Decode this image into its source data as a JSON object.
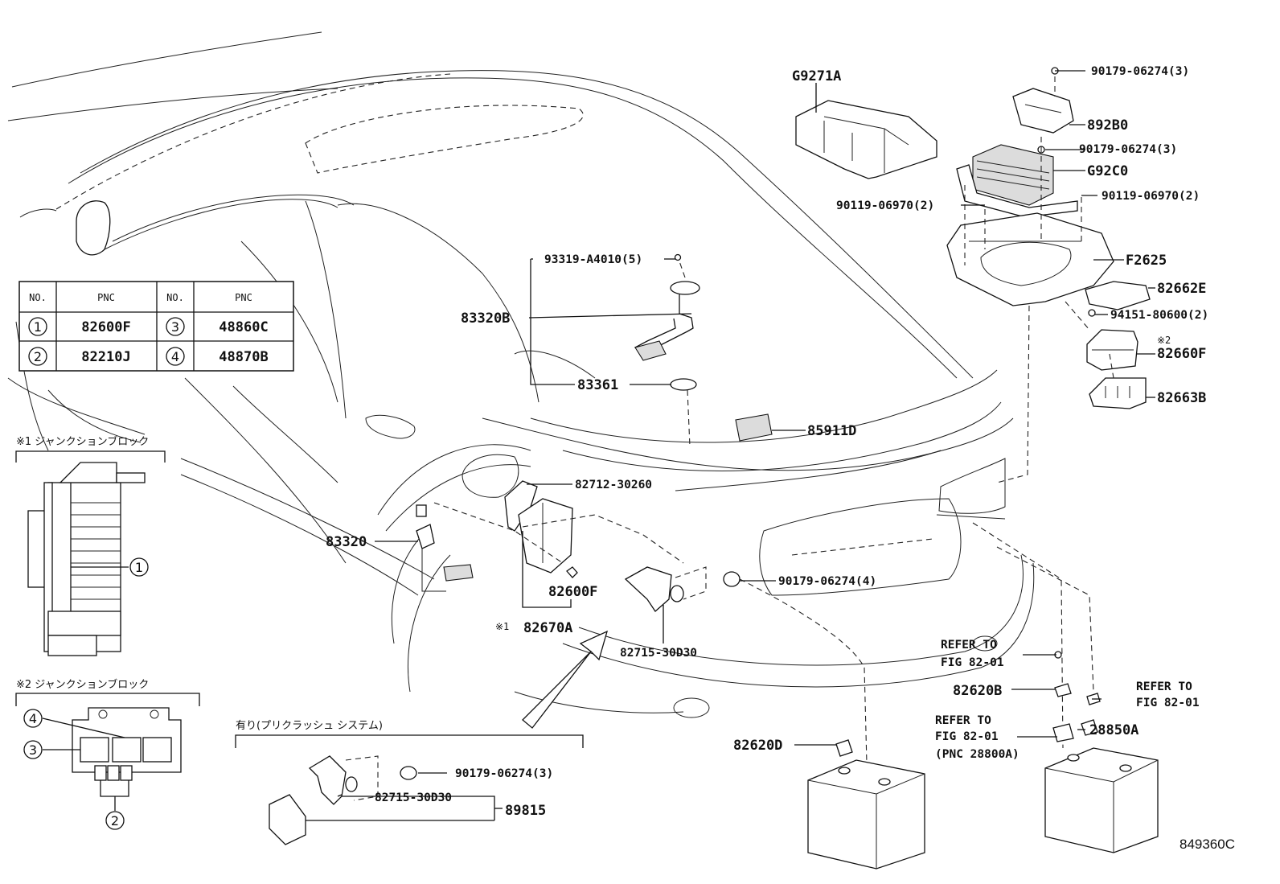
{
  "diagram_id": "849360C",
  "table": {
    "headers": [
      "NO.",
      "PNC",
      "NO.",
      "PNC"
    ],
    "rows": [
      {
        "no1": "1",
        "pnc1": "82600F",
        "no2": "3",
        "pnc2": "48860C"
      },
      {
        "no1": "2",
        "pnc1": "82210J",
        "no2": "4",
        "pnc2": "48870B"
      }
    ]
  },
  "junction_block_1": {
    "caption": "※1 ジャンクションブロック",
    "callout": "1"
  },
  "junction_block_2": {
    "caption": "※2 ジャンクションブロック",
    "callouts": [
      "4",
      "3",
      "2"
    ]
  },
  "precrash": {
    "caption": "有り(プリクラッシュ システム)"
  },
  "labels": {
    "g9271a": "G9271A",
    "p90179_top": "90179-06274(3)",
    "p892b0": "892B0",
    "p90179_mid": "90179-06274(3)",
    "g92c0": "G92C0",
    "p90119_left": "90119-06970(2)",
    "p90119_right": "90119-06970(2)",
    "f2625": "F2625",
    "p82662e": "82662E",
    "p94151": "94151-80600(2)",
    "mark2": "※2",
    "p82660f": "82660F",
    "p82663b": "82663B",
    "p93319": "93319-A4010(5)",
    "p83320b": "83320B",
    "p83361": "83361",
    "p85911d": "85911D",
    "p82712": "82712-30260",
    "p83320": "83320",
    "p82600f": "82600F",
    "mark1": "※1",
    "p82670a": "82670A",
    "p90179_low": "90179-06274(4)",
    "p82715": "82715-30D30",
    "refer1_a": "REFER TO",
    "refer1_b": "FIG 82-01",
    "p82620b": "82620B",
    "refer2_a": "REFER TO",
    "refer2_b": "FIG 82-01",
    "refer3_a": "REFER TO",
    "refer3_b": "FIG 82-01",
    "refer3_c": "(PNC 28800A)",
    "p28850a": "28850A",
    "p82620d": "82620D",
    "pc_90179": "90179-06274(3)",
    "pc_82715": "82715-30D30",
    "pc_89815": "89815"
  }
}
